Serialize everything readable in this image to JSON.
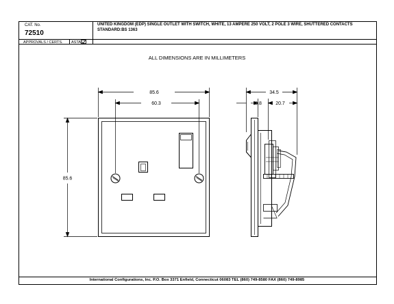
{
  "title_block": {
    "cat_label": "CAT. No.",
    "cat_number": "72510",
    "description": "UNITED KINGDOM (EDP) SINGLE OUTLET WITH SWITCH, WHITE, 13 AMPERE 250 VOLT, 2 POLE 3 WIRE, SHUTTERED CONTACTS",
    "standard": "STANDARD:BS 1363",
    "approvals_label": "APPROVALS / CERTS.",
    "ansi_label": "ASTA"
  },
  "note": "ALL DIMENSIONS ARE IN MILLIMETERS",
  "dimensions": {
    "front_overall_width": "85.6",
    "front_screw_spacing": "60.3",
    "front_height": "85.6",
    "side_overall_depth": "34.5",
    "side_plate_depth": "8.8",
    "side_body_depth": "20.7"
  },
  "footer": "International Configurations, Inc.  P.O. Box 3371  Enfield, Connecticut 06083 TEL (860) 749-8580  FAX (860) 749-8985"
}
